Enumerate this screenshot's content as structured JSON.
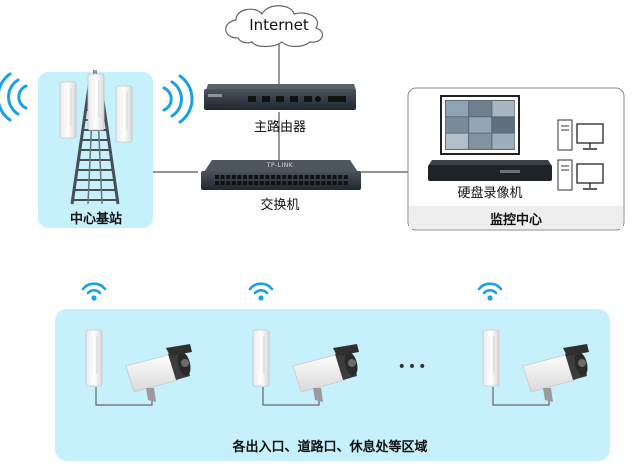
{
  "internet": {
    "label": "Internet"
  },
  "router": {
    "label": "主路由器"
  },
  "switch": {
    "label": "交换机",
    "brand": "TP-LINK"
  },
  "base_station": {
    "label": "中心基站"
  },
  "monitor_center": {
    "label": "监控中心",
    "nvr_label": "硬盘录像机"
  },
  "field_area": {
    "label": "各出入口、道路口、休息处等区域",
    "ellipsis": "•••"
  },
  "colors": {
    "light_blue": "#c6f0fb",
    "panel_gray": "#eeeeee",
    "wifi_blue": "#1aa0e6",
    "device_dark": "#333a44"
  }
}
